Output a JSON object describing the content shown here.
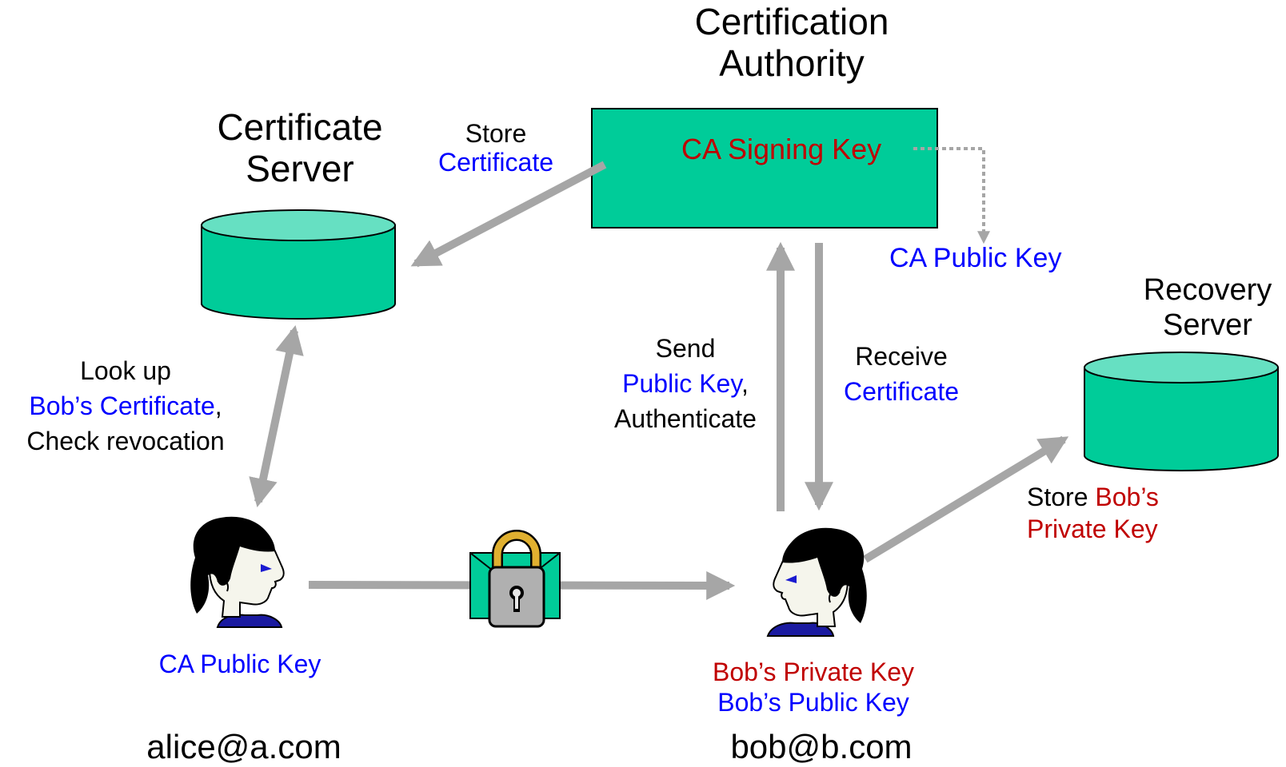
{
  "ca": {
    "title_line1": "Certification",
    "title_line2": "Authority",
    "signing_key": "CA Signing Key",
    "public_key": "CA Public Key"
  },
  "cert_server": {
    "title_line1": "Certificate",
    "title_line2": "Server",
    "store_label": "Store",
    "store_object": "Certificate"
  },
  "recovery_server": {
    "title_line1": "Recovery",
    "title_line2": "Server",
    "store_label": "Store",
    "store_object_line1": "Bob’s",
    "store_object_line2": "Private Key"
  },
  "lookup": {
    "line1": "Look up",
    "line2_link": "Bob’s Certificate",
    "line2_suffix": ",",
    "line3": "Check revocation"
  },
  "send": {
    "line1": "Send",
    "line2_link": "Public Key",
    "line2_suffix": ",",
    "line3": "Authenticate"
  },
  "receive": {
    "line1": "Receive",
    "line2_link": "Certificate"
  },
  "alice": {
    "key_label": "CA Public Key",
    "email": "alice@a.com"
  },
  "bob": {
    "private_key": "Bob’s Private Key",
    "public_key": "Bob’s Public Key",
    "email": "bob@b.com"
  },
  "colors": {
    "teal_fill": "#00cc99",
    "teal_top": "#66e0c2",
    "arrow_gray": "#a6a6a6",
    "key_blue": "#0000ff",
    "key_red": "#c00000"
  }
}
